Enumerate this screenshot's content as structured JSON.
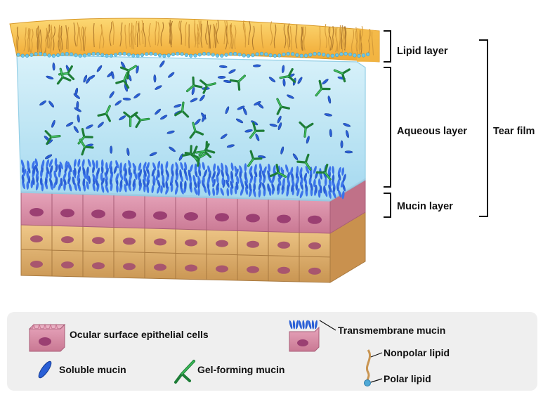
{
  "labels": {
    "lipid_layer": "Lipid layer",
    "aqueous_layer": "Aqueous layer",
    "mucin_layer": "Mucin layer",
    "tear_film": "Tear film"
  },
  "legend": {
    "epithelial_cells": "Ocular surface epithelial cells",
    "transmembrane_mucin": "Transmembrane mucin",
    "soluble_mucin": "Soluble mucin",
    "gel_forming_mucin": "Gel-forming mucin",
    "nonpolar_lipid": "Nonpolar lipid",
    "polar_lipid": "Polar lipid"
  },
  "colors": {
    "lipid": "#f5b93a",
    "aqueous": "#bfe6f4",
    "mucin_blue": "#2a5fd6",
    "gel_green": "#2ea84a",
    "cell_pink": "#d98fa6",
    "cell_tan": "#d9a862",
    "legend_bg": "#efefef"
  }
}
